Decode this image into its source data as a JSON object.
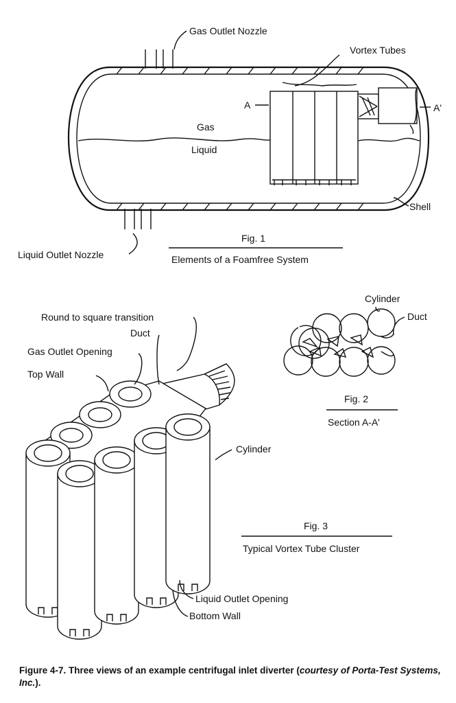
{
  "fig1": {
    "gas_outlet_nozzle": "Gas Outlet Nozzle",
    "vortex_tubes": "Vortex Tubes",
    "section_a": "A",
    "section_a_prime": "A'",
    "gas": "Gas",
    "liquid": "Liquid",
    "shell": "Shell",
    "liquid_outlet_nozzle": "Liquid Outlet Nozzle",
    "fig_label": "Fig. 1",
    "fig_title": "Elements of a Foamfree System"
  },
  "fig2": {
    "cylinder": "Cylinder",
    "duct": "Duct",
    "fig_label": "Fig. 2",
    "fig_title": "Section A-A'"
  },
  "fig3": {
    "round_to_square": "Round to square transition",
    "duct": "Duct",
    "gas_outlet_opening": "Gas Outlet Opening",
    "top_wall": "Top Wall",
    "cylinder": "Cylinder",
    "liquid_outlet_opening": "Liquid Outlet Opening",
    "bottom_wall": "Bottom Wall",
    "fig_label": "Fig. 3",
    "fig_title": "Typical Vortex Tube Cluster"
  },
  "caption": {
    "lead": "Figure 4-7. Three views of an example centrifugal inlet diverter (",
    "credit": "courtesy of Porta-Test Systems, Inc.",
    "tail": ")."
  }
}
